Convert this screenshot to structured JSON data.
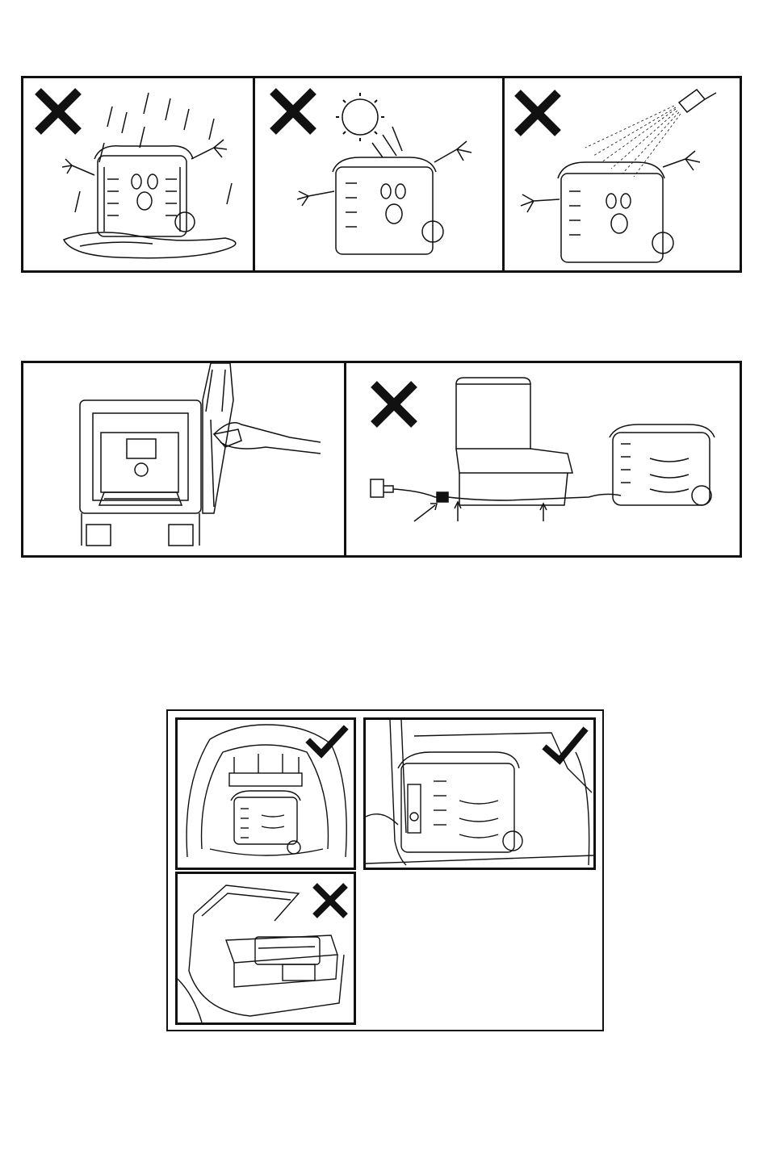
{
  "sections": {
    "weather_warnings": {
      "panels": [
        {
          "mark": "cross",
          "depicts": "rain"
        },
        {
          "mark": "cross",
          "depicts": "sun"
        },
        {
          "mark": "cross",
          "depicts": "water-spray"
        }
      ]
    },
    "usage": {
      "panels": [
        {
          "mark": "none",
          "depicts": "cleaning-interior"
        },
        {
          "mark": "cross",
          "depicts": "cord-under-seat"
        }
      ]
    },
    "vehicle_placement": {
      "panels": [
        {
          "mark": "check",
          "depicts": "hatchback-trunk"
        },
        {
          "mark": "check",
          "depicts": "rear-floor"
        },
        {
          "mark": "cross",
          "depicts": "sedan-trunk"
        }
      ]
    }
  },
  "colors": {
    "ink": "#111111",
    "paper": "#ffffff"
  }
}
